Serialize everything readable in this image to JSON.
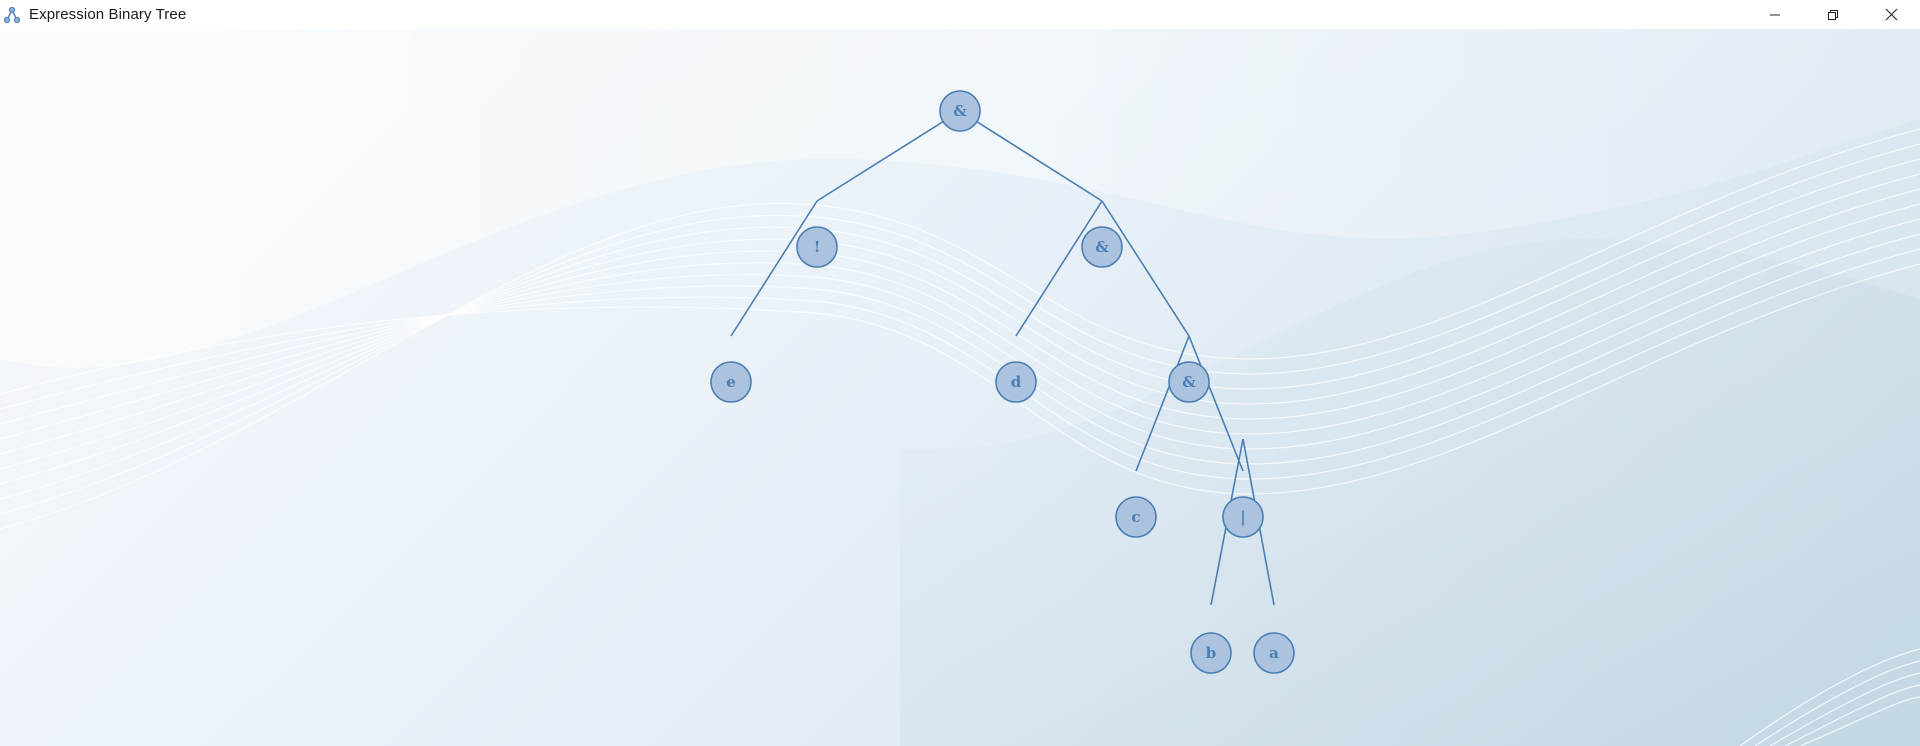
{
  "window": {
    "title": "Expression Binary Tree",
    "icon": "tree-app-icon",
    "controls": [
      "minimize-icon",
      "restore-icon",
      "close-icon"
    ]
  },
  "tree": {
    "nodes": [
      {
        "id": "root",
        "label": "&",
        "parent": null
      },
      {
        "id": "not",
        "label": "!",
        "parent": "root"
      },
      {
        "id": "and2",
        "label": "&",
        "parent": "root"
      },
      {
        "id": "e",
        "label": "e",
        "parent": "not"
      },
      {
        "id": "d",
        "label": "d",
        "parent": "and2"
      },
      {
        "id": "and3",
        "label": "&",
        "parent": "and2"
      },
      {
        "id": "c",
        "label": "c",
        "parent": "and3"
      },
      {
        "id": "or",
        "label": "|",
        "parent": "and3"
      },
      {
        "id": "b",
        "label": "b",
        "parent": "or"
      },
      {
        "id": "a",
        "label": "a",
        "parent": "or"
      }
    ]
  },
  "colors": {
    "node_fill": "#abc3df",
    "node_stroke": "#4a7eb3",
    "edge": "#4a7eb3",
    "label": "#4a7eb3"
  }
}
